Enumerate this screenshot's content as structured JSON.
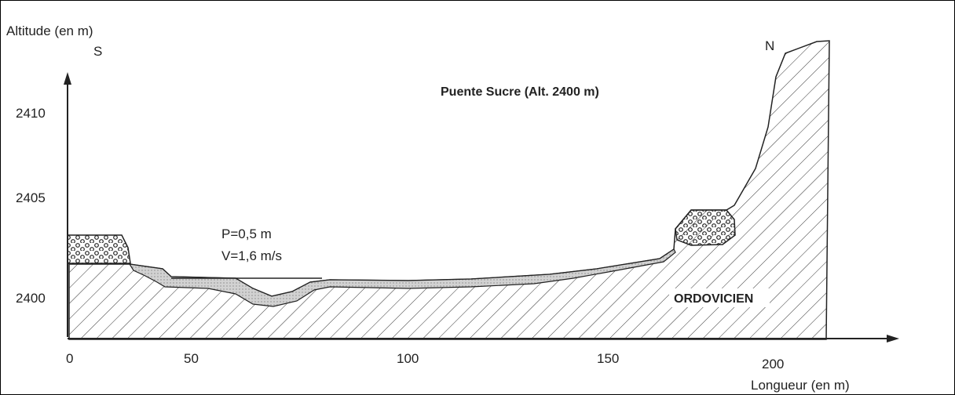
{
  "diagram": {
    "title": "Puente Sucre (Alt. 2400 m)",
    "y_axis_label": "Altitude (en m)",
    "x_axis_label": "Longueur (en m)",
    "south_label": "S",
    "north_label": "N",
    "flow_depth": "P=0,5 m",
    "flow_velocity": "V=1,6 m/s",
    "formation_label": "ORDOVICIEN",
    "y_ticks": [
      "2410",
      "2405",
      "2400"
    ],
    "x_ticks": [
      "0",
      "50",
      "100",
      "150",
      "200"
    ]
  },
  "colors": {
    "line": "#222222",
    "sediment": "#c9c9c9",
    "background": "#ffffff"
  }
}
